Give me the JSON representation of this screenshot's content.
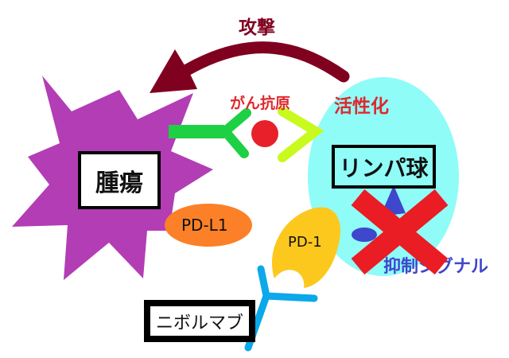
{
  "labels": {
    "attack": "攻撃",
    "antigen": "がん抗原",
    "activation": "活性化",
    "tumor": "腫瘍",
    "lymphocyte": "リンパ球",
    "pdl1": "PD-L1",
    "pd1": "PD-1",
    "inhibitory_signal": "抑制シグナル",
    "drug": "ニボルマブ"
  },
  "colors": {
    "tumor": "#b33db5",
    "lymphocyte": "#8ffcf8",
    "attack_arrow": "#80001f",
    "antigen": "#e8202a",
    "tumor_receptor": "#1ed044",
    "tcell_receptor": "#c8fa1e",
    "pdl1": "#fb8027",
    "pd1": "#fdc81e",
    "drug": "#0ba8ea",
    "signal": "#3f47cc",
    "cross": "#ea1c24"
  }
}
